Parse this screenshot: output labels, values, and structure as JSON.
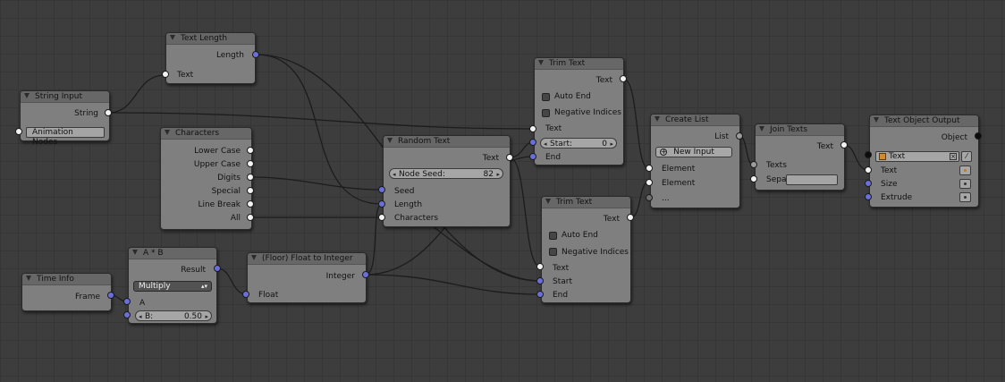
{
  "nodes": {
    "text_length": {
      "title": "Text Length",
      "output": "Length",
      "input": "Text"
    },
    "string_input": {
      "title": "String Input",
      "output": "String",
      "value": "Animation Nodes"
    },
    "characters": {
      "title": "Characters",
      "outputs": [
        "Lower Case",
        "Upper Case",
        "Digits",
        "Special",
        "Line Break",
        "All"
      ]
    },
    "random_text": {
      "title": "Random Text",
      "output": "Text",
      "seed_label": "Node Seed:",
      "seed_value": "82",
      "inputs": [
        "Seed",
        "Length",
        "Characters"
      ]
    },
    "time_info": {
      "title": "Time Info",
      "output": "Frame"
    },
    "a_times_b": {
      "title": "A * B",
      "output": "Result",
      "operation": "Multiply",
      "input_a": "A",
      "b_label": "B:",
      "b_value": "0.50"
    },
    "float_to_int": {
      "title": "(Floor) Float to Integer",
      "output": "Integer",
      "input": "Float"
    },
    "trim_text_1": {
      "title": "Trim Text",
      "output": "Text",
      "auto_end": "Auto End",
      "negative_indices": "Negative Indices",
      "input_text": "Text",
      "start_label": "Start:",
      "start_value": "0",
      "input_end": "End"
    },
    "trim_text_2": {
      "title": "Trim Text",
      "output": "Text",
      "auto_end": "Auto End",
      "negative_indices": "Negative Indices",
      "inputs": [
        "Text",
        "Start",
        "End"
      ]
    },
    "create_list": {
      "title": "Create List",
      "output": "List",
      "new_input": "New Input",
      "inputs": [
        "Element",
        "Element",
        "..."
      ]
    },
    "join_texts": {
      "title": "Join Texts",
      "output": "Text",
      "input_texts": "Texts",
      "separator": "Separ"
    },
    "text_object_output": {
      "title": "Text Object Output",
      "output": "Object",
      "object_value": "Text",
      "inputs": [
        "Text",
        "Size",
        "Extrude"
      ]
    }
  },
  "colors": {
    "socket_string": "#f2f2f2",
    "socket_number": "#6b6fd9",
    "socket_list": "#9c9c9c",
    "socket_object": "#0c0c0c",
    "link": "#1a1a1a"
  }
}
